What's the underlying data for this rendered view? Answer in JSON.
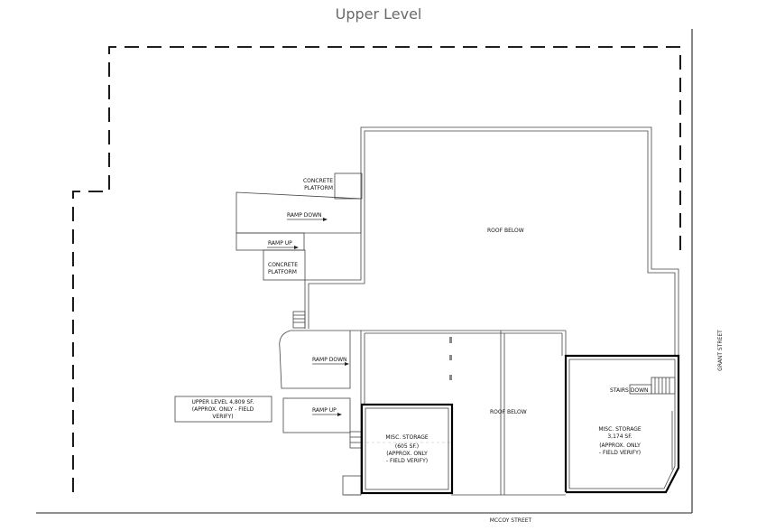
{
  "title": "Upper Level",
  "labels": {
    "concrete_platform_top": [
      "CONCRETE",
      "PLATFORM"
    ],
    "ramp_down_top": "RAMP DOWN",
    "ramp_up_top": "RAMP UP",
    "concrete_platform_bottom": [
      "CONCRETE",
      "PLATFORM"
    ],
    "roof_below_top": "ROOF BELOW",
    "ramp_down_mid": "RAMP DOWN",
    "ramp_up_mid": "RAMP UP",
    "upper_level_note": [
      "UPPER LEVEL 4,809 SF.",
      "(APPROX. ONLY - FIELD",
      "VERIFY)"
    ],
    "roof_below_mid": "ROOF BELOW",
    "misc_storage_left": [
      "MISC. STORAGE",
      "(605 SF.)",
      "(APPROX. ONLY",
      "- FIELD VERIFY)"
    ],
    "misc_storage_right": [
      "MISC. STORAGE",
      "3,174 SF.",
      "(APPROX. ONLY",
      "- FIELD VERIFY)"
    ],
    "stairs_down": "STAIRS DOWN"
  },
  "streets": {
    "bottom": "MCCOY STREET",
    "right": "GRANT STREET"
  }
}
